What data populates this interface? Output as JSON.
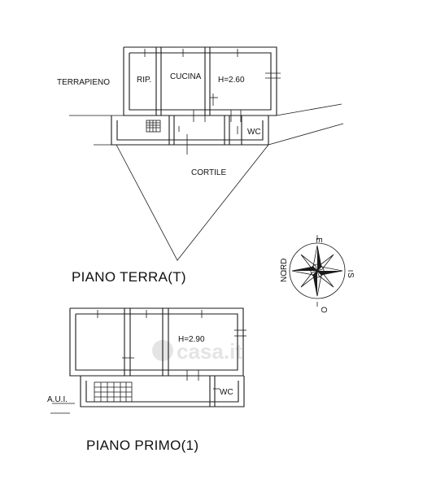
{
  "ground_floor": {
    "title": "PIANO TERRA(T)",
    "labels": {
      "terrapieno": "TERRAPIENO",
      "storage": "RIP.",
      "kitchen": "CUCINA",
      "height": "H=2.60",
      "wc": "WC",
      "courtyard": "CORTILE"
    }
  },
  "first_floor": {
    "title": "PIANO PRIMO(1)",
    "labels": {
      "height": "H=2.90",
      "wc": "WC",
      "aui": "A.U.I."
    }
  },
  "compass": {
    "north": "NORD",
    "east": "E",
    "south": "S",
    "west": "O"
  },
  "watermark": {
    "text": "casa.it"
  }
}
